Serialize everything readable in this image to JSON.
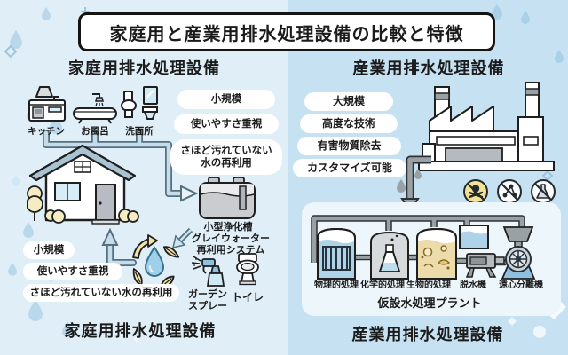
{
  "title": "家庭用と産業用排水処理設備の比較と特徴",
  "left": {
    "header": "家庭用排水処理設備",
    "caption": "家庭用排水処理設備",
    "sources": [
      {
        "label": "キッチン"
      },
      {
        "label": "お風呂"
      },
      {
        "label": "洗面所"
      }
    ],
    "features_top": [
      {
        "label": "小規模"
      },
      {
        "label": "使いやすさ重視"
      },
      {
        "label": "さほど汚れていない\n水の再利用"
      }
    ],
    "tank_label": "小型浄化槽",
    "system_label": "グレイウォーター\n再利用システム",
    "features_bottom": [
      {
        "label": "小規模"
      },
      {
        "label": "使いやすさ重視"
      },
      {
        "label": "さほど汚れていない水の再利用"
      }
    ],
    "reuse_targets": [
      {
        "label": "ガーデン\nスプレー"
      },
      {
        "label": "トイレ"
      }
    ]
  },
  "right": {
    "header": "産業用排水処理設備",
    "caption": "産業用排水処理設備",
    "features": [
      {
        "label": "大規模"
      },
      {
        "label": "高度な技術"
      },
      {
        "label": "有害物質除去"
      },
      {
        "label": "カスタマイズ可能"
      }
    ],
    "hazard_icons": [
      "no-toxic-icon",
      "no-molecule-icon",
      "no-chemical-icon"
    ],
    "plant": {
      "caption": "仮設水処理プラント",
      "stages": [
        {
          "label": "物理的処理"
        },
        {
          "label": "化学的処理"
        },
        {
          "label": "生物的処理"
        },
        {
          "label": "脱水機"
        },
        {
          "label": "遠心分離機"
        }
      ]
    }
  },
  "colors": {
    "bg_left": "#e0eef7",
    "bg_right": "#c6e1f1",
    "pipe_blue": "#c6dcea",
    "pipe_gray": "#9aa1a5",
    "water_blue": "#aed3e8",
    "leaf_yellow": "#f2e3a8",
    "hazard_yellow": "#f3e293",
    "ink": "#1b1b1b"
  }
}
